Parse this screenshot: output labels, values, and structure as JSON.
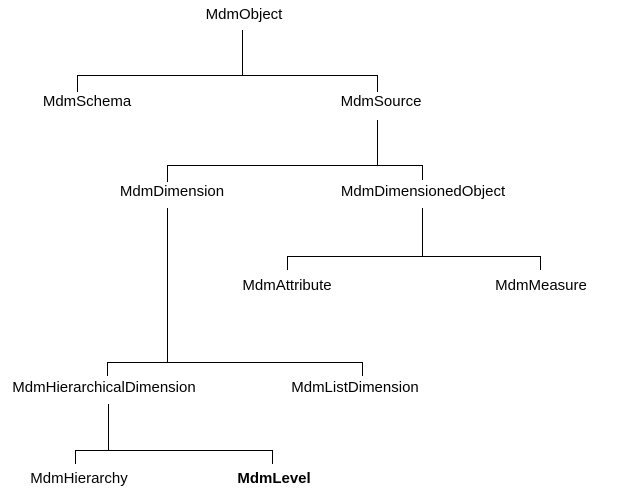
{
  "diagram": {
    "type": "class-hierarchy-tree",
    "background_color": "#ffffff",
    "line_color": "#000000",
    "text_color": "#000000",
    "nodes": {
      "mdmObject": "MdmObject",
      "mdmSchema": "MdmSchema",
      "mdmSource": "MdmSource",
      "mdmDimension": "MdmDimension",
      "mdmDimensionedObject": "MdmDimensionedObject",
      "mdmAttribute": "MdmAttribute",
      "mdmMeasure": "MdmMeasure",
      "mdmHierarchicalDimension": "MdmHierarchicalDimension",
      "mdmListDimension": "MdmListDimension",
      "mdmHierarchy": "MdmHierarchy",
      "mdmLevel": "MdmLevel"
    },
    "emphasized_node": "MdmLevel",
    "edges": [
      [
        "MdmObject",
        "MdmSchema"
      ],
      [
        "MdmObject",
        "MdmSource"
      ],
      [
        "MdmSource",
        "MdmDimension"
      ],
      [
        "MdmSource",
        "MdmDimensionedObject"
      ],
      [
        "MdmDimensionedObject",
        "MdmAttribute"
      ],
      [
        "MdmDimensionedObject",
        "MdmMeasure"
      ],
      [
        "MdmDimension",
        "MdmHierarchicalDimension"
      ],
      [
        "MdmDimension",
        "MdmListDimension"
      ],
      [
        "MdmHierarchicalDimension",
        "MdmHierarchy"
      ],
      [
        "MdmHierarchicalDimension",
        "MdmLevel"
      ]
    ]
  }
}
